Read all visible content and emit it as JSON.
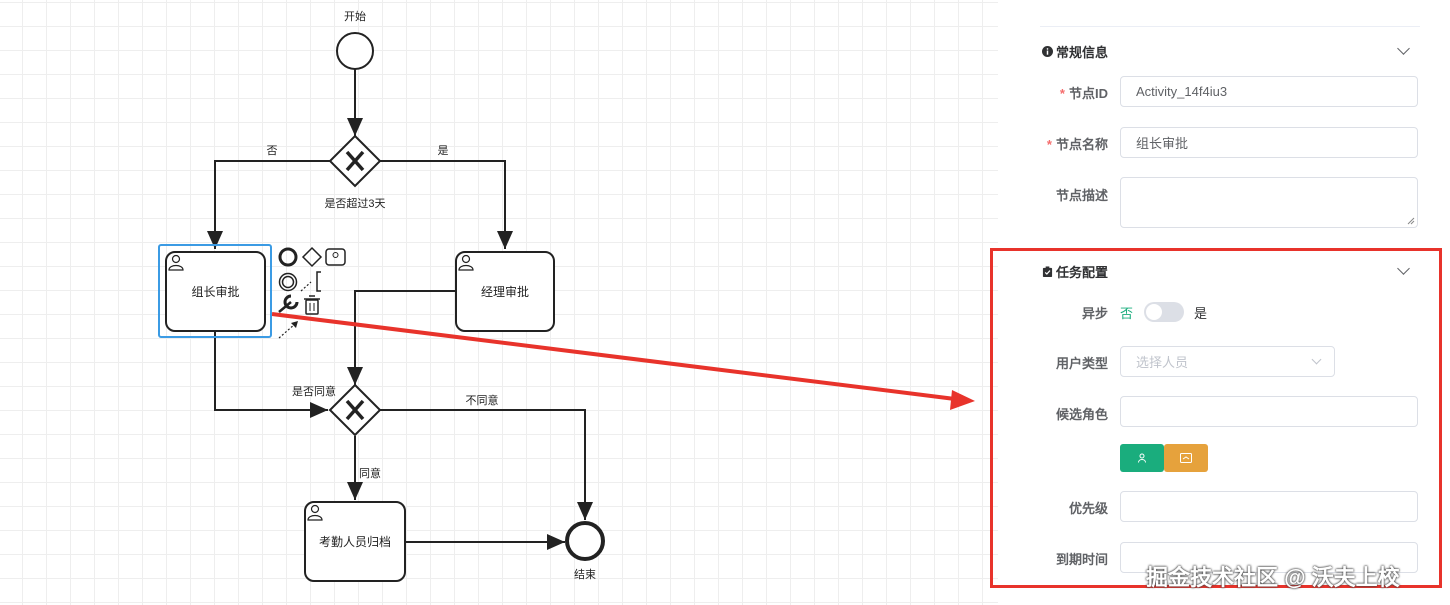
{
  "diagram": {
    "start_label": "开始",
    "gateway1_label": "是否超过3天",
    "flow_no": "否",
    "flow_yes": "是",
    "task_leader": "组长审批",
    "task_manager": "经理审批",
    "gateway2_label": "是否同意",
    "flow_disagree": "不同意",
    "flow_agree": "同意",
    "task_archive": "考勤人员归档",
    "end_label": "结束"
  },
  "panel": {
    "general": {
      "title": "常规信息",
      "id_label": "节点ID",
      "id_value": "Activity_14f4iu3",
      "name_label": "节点名称",
      "name_value": "组长审批",
      "desc_label": "节点描述",
      "desc_value": ""
    },
    "task": {
      "title": "任务配置",
      "async_label": "异步",
      "async_off": "否",
      "async_on": "是",
      "user_type_label": "用户类型",
      "user_type_placeholder": "选择人员",
      "candidate_role_label": "候选角色",
      "candidate_role_value": "",
      "priority_label": "优先级",
      "priority_value": "",
      "due_label": "到期时间",
      "due_value": ""
    }
  },
  "colors": {
    "accent_green": "#1aad7d",
    "accent_orange": "#e6a23c",
    "annotation_red": "#e8332b",
    "selection_blue": "#3b9be4"
  },
  "watermark": "掘金技术社区 @ 沃夫上校"
}
